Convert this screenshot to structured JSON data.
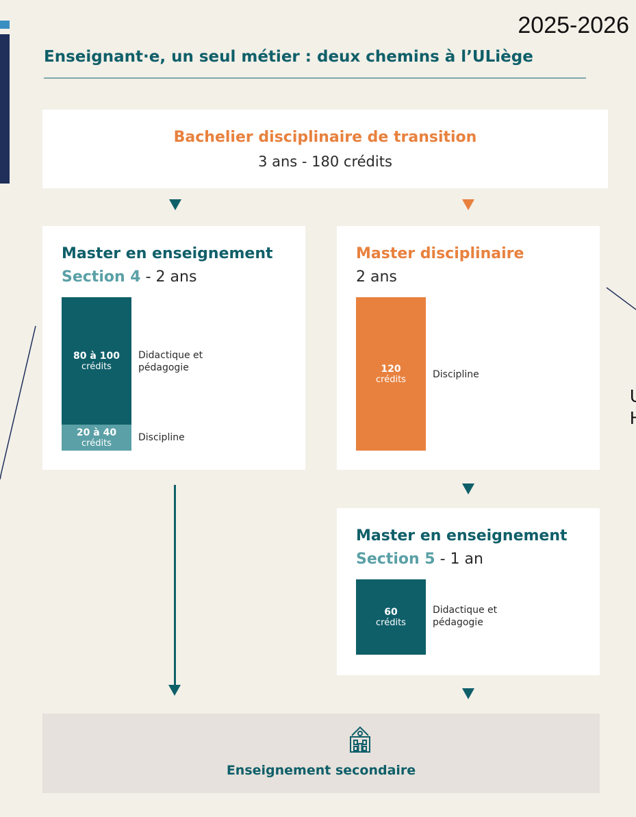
{
  "header": {
    "year": "2025-2026",
    "title": "Enseignant·e, un seul métier : deux chemins à l’ULiège"
  },
  "bachelor": {
    "name": "Bachelier disciplinaire de transition",
    "detail": "3 ans - 180 crédits"
  },
  "master4": {
    "title": "Master en enseignement",
    "section": "Section 4",
    "duration": " - 2 ans",
    "parts": [
      {
        "credits": "80 à 100",
        "unit": "crédits",
        "label_line1": "Didactique et",
        "label_line2": "pédagogie"
      },
      {
        "credits": "20 à 40",
        "unit": "crédits",
        "label_line1": "Discipline",
        "label_line2": ""
      }
    ]
  },
  "master_disc": {
    "title": "Master disciplinaire",
    "duration": "2 ans",
    "parts": [
      {
        "credits": "120",
        "unit": "crédits",
        "label_line1": "Discipline",
        "label_line2": ""
      }
    ]
  },
  "master5": {
    "title": "Master en enseignement",
    "section": "Section 5",
    "duration": " - 1 an",
    "parts": [
      {
        "credits": "60",
        "unit": "crédits",
        "label_line1": "Didactique et",
        "label_line2": "pédagogie"
      }
    ]
  },
  "final": {
    "label": "Enseignement secondaire",
    "icon": "school-building-icon"
  },
  "side_clipped": {
    "line1": "U",
    "line2": "H"
  },
  "colors": {
    "teal": "#0f5f69",
    "light_teal": "#5aa0a6",
    "orange": "#e8813e",
    "background": "#f3f0e8",
    "final_box": "#e6e1dc"
  }
}
